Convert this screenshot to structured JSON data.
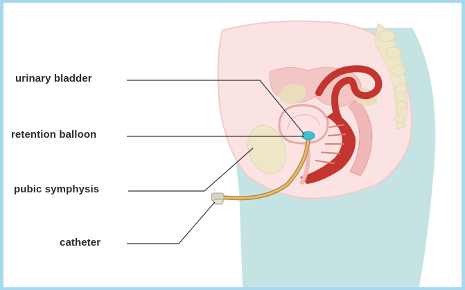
{
  "labels": {
    "urinary_bladder": "urinary bladder",
    "retention_balloon": "retention balloon",
    "pubic_symphysis": "pubic symphysis",
    "catheter": "catheter"
  },
  "colors": {
    "border": "#a7d8f2",
    "body_teal": "#c6e3e4",
    "pelvis_pink": "#fbe3e3",
    "organ_red": "#c2362f",
    "organ_pink": "#f3c6c6",
    "bone_cream": "#efe6c8",
    "catheter_tan": "#d9ad5e",
    "balloon_teal": "#3fbfcf",
    "leader_line": "#333333"
  }
}
